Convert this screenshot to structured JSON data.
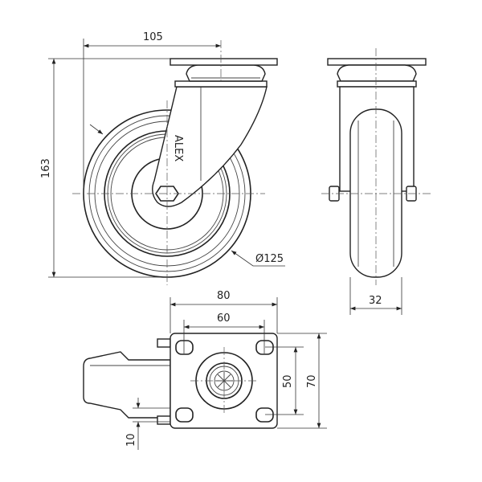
{
  "drawing": {
    "dimensions": {
      "offset": "105",
      "height": "163",
      "wheel_diameter": "Ø125",
      "wheel_width": "32",
      "plate_length": "80",
      "hole_spacing_length": "60",
      "hole_spacing_width": "50",
      "plate_width": "70",
      "slot_offset": "10"
    },
    "brand": "ALEX",
    "line_color": "#222222"
  }
}
